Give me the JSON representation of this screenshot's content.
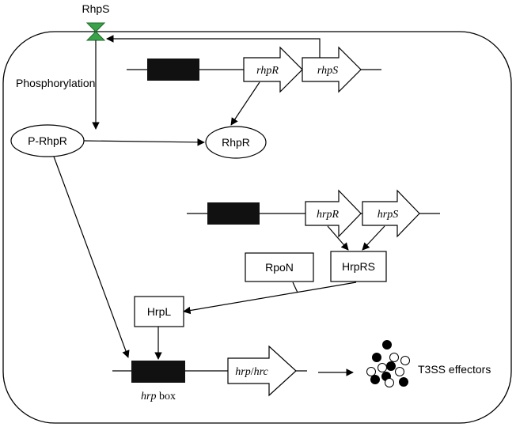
{
  "labels": {
    "rhps": "RhpS",
    "phosphorylation": "Phosphorylation",
    "p_rhpr": "P-RhpR",
    "rhpr_protein": "RhpR",
    "rhpr_gene": "rhpR",
    "rhps_gene": "rhpS",
    "hrpr_gene": "hrpR",
    "hrps_gene": "hrpS",
    "rpon": "RpoN",
    "hrprs": "HrpRS",
    "hrpl": "HrpL",
    "hrp_hrc_gene_a": "hrp",
    "hrp_hrc_gene_sep": "/",
    "hrp_hrc_gene_b": "hrc",
    "hrp_box_a": "hrp",
    "hrp_box_b": " box",
    "t3ss": "T3SS effectors"
  },
  "colors": {
    "sensor_green": "#3aa34a",
    "promoter_black": "#111111",
    "stroke": "#000000"
  },
  "effectors": {
    "filled_count": 6,
    "open_count": 6
  }
}
